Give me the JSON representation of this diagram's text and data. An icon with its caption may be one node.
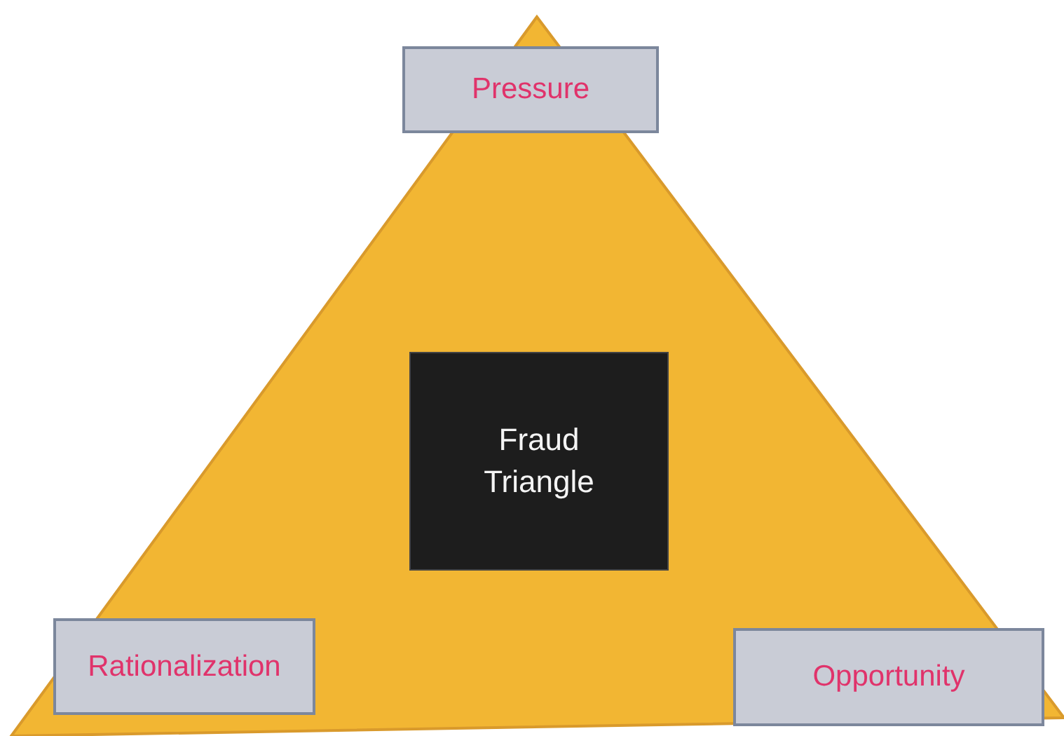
{
  "diagram": {
    "nodes": [
      {
        "text": [
          "Pressure"
        ]
      },
      {
        "text": [
          "Fraud Triangle"
        ]
      },
      {
        "text": [
          "Rationalization"
        ]
      },
      {
        "text": [
          "Opportunity"
        ]
      }
    ]
  }
}
